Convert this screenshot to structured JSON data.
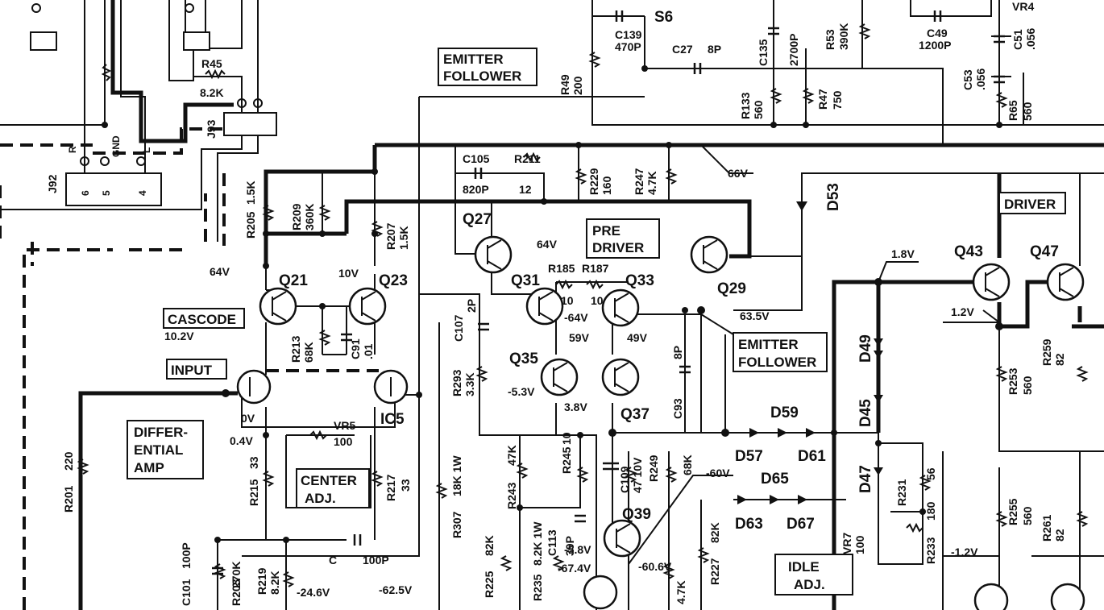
{
  "blocks": {
    "emitter_follower_top": [
      "EMITTER",
      "FOLLOWER"
    ],
    "cascode": "CASCODE",
    "input": "INPUT",
    "differential_amp": [
      "DIFFER-",
      "ENTIAL",
      "AMP"
    ],
    "center_adj": [
      "CENTER",
      "ADJ."
    ],
    "pre_driver": [
      "PRE",
      "DRIVER"
    ],
    "emitter_follower_mid": [
      "EMITTER",
      "FOLLOWER"
    ],
    "driver": "DRIVER",
    "idle_adj": [
      "IDLE",
      "ADJ."
    ]
  },
  "transistors": [
    {
      "ref": "Q21"
    },
    {
      "ref": "Q23"
    },
    {
      "ref": "Q27"
    },
    {
      "ref": "Q29"
    },
    {
      "ref": "Q31"
    },
    {
      "ref": "Q33"
    },
    {
      "ref": "Q35"
    },
    {
      "ref": "Q37"
    },
    {
      "ref": "Q39"
    },
    {
      "ref": "Q43"
    },
    {
      "ref": "Q47"
    }
  ],
  "ic": "IC5",
  "diodes": [
    "D53",
    "D49",
    "D45",
    "D47",
    "D57",
    "D59",
    "D61",
    "D63",
    "D65",
    "D67"
  ],
  "connectors": {
    "j92": "J92",
    "j93": "J93",
    "s6": "S6",
    "pins": [
      "R",
      "GND",
      "L"
    ],
    "pin_numbers": [
      "6",
      "5",
      "4"
    ]
  },
  "components": [
    {
      "ref": "R45",
      "value": "8.2K"
    },
    {
      "ref": "C139",
      "value": "470P"
    },
    {
      "ref": "C27",
      "value": "8P"
    },
    {
      "ref": "C135",
      "value": "2700P"
    },
    {
      "ref": "R53",
      "value": "390K"
    },
    {
      "ref": "C49",
      "value": "1200P"
    },
    {
      "ref": "VR4",
      "value": ""
    },
    {
      "ref": "C51",
      "value": ".056"
    },
    {
      "ref": "C53",
      "value": ".056"
    },
    {
      "ref": "R49",
      "value": "200"
    },
    {
      "ref": "R133",
      "value": "560"
    },
    {
      "ref": "R47",
      "value": "750"
    },
    {
      "ref": "R65",
      "value": "560"
    },
    {
      "ref": "C105",
      "value": "820P"
    },
    {
      "ref": "R211",
      "value": "12"
    },
    {
      "ref": "R229",
      "value": "160"
    },
    {
      "ref": "R247",
      "value": "4.7K"
    },
    {
      "ref": "R205",
      "value": "1.5K"
    },
    {
      "ref": "R209",
      "value": "360K"
    },
    {
      "ref": "R207",
      "value": "1.5K"
    },
    {
      "ref": "R213",
      "value": "68K"
    },
    {
      "ref": "C91",
      "value": ".01"
    },
    {
      "ref": "C107",
      "value": "2P"
    },
    {
      "ref": "R293",
      "value": "3.3K"
    },
    {
      "ref": "R185",
      "value": "10"
    },
    {
      "ref": "R187",
      "value": "10"
    },
    {
      "ref": "C93",
      "value": "8P"
    },
    {
      "ref": "VR5",
      "value": "100"
    },
    {
      "ref": "R215",
      "value": "33"
    },
    {
      "ref": "R217",
      "value": "33"
    },
    {
      "ref": "R201",
      "value": "220"
    },
    {
      "ref": "R307",
      "value": "18K 1W"
    },
    {
      "ref": "R225",
      "value": "82K"
    },
    {
      "ref": "R243",
      "value": "47K"
    },
    {
      "ref": "R245",
      "value": "10"
    },
    {
      "ref": "C109",
      "value": "47 10V"
    },
    {
      "ref": "R249",
      "value": "68K"
    },
    {
      "ref": "R227",
      "value": "82K"
    },
    {
      "ref": "C113",
      "value": "39P"
    },
    {
      "ref": "R235",
      "value": "8.2K 1W"
    },
    {
      "ref": "C101",
      "value": "100P"
    },
    {
      "ref": "R203",
      "value": "270K"
    },
    {
      "ref": "R219",
      "value": "8.2K"
    },
    {
      "ref": "C",
      "value": "100P"
    },
    {
      "ref": "R231",
      "value": "56"
    },
    {
      "ref": "R233",
      "value": "180"
    },
    {
      "ref": "VR7",
      "value": "100"
    },
    {
      "ref": "R253",
      "value": "560"
    },
    {
      "ref": "R259",
      "value": "82"
    },
    {
      "ref": "R255",
      "value": "560"
    },
    {
      "ref": "R261",
      "value": "82"
    }
  ],
  "voltages": [
    "66V",
    "64V",
    "10V",
    "10.2V",
    "0V",
    "0.4V",
    "64V",
    "-64V",
    "59V",
    "49V",
    "-5.3V",
    "3.8V",
    "63.5V",
    "1.8V",
    "1.2V",
    "-60V",
    "-5.8V",
    "-67.4V",
    "-60.6V",
    "-24.6V",
    "-62.5V",
    "-1.2V"
  ],
  "misc_labels": {
    "r_dot": "R",
    "c_dot": "C",
    "k_4_7": "4.7K"
  }
}
